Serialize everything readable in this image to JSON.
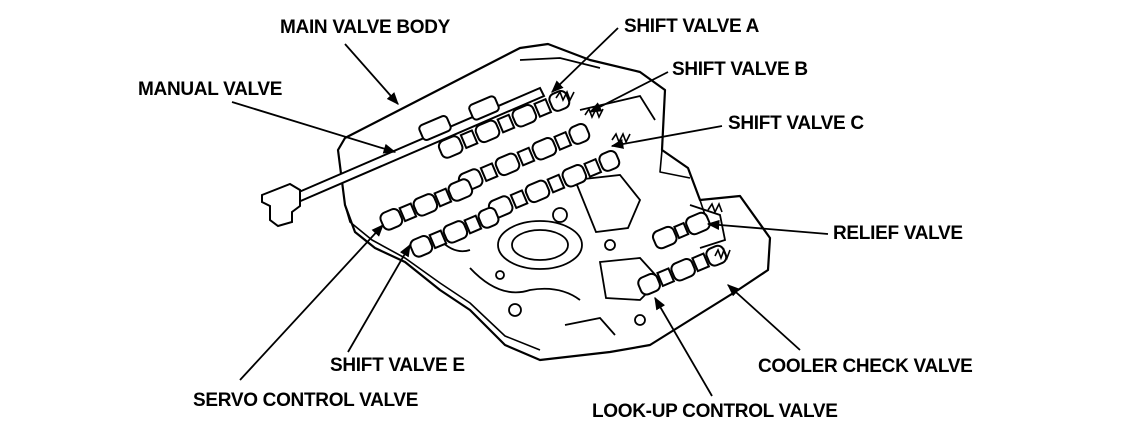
{
  "diagram": {
    "labels": {
      "main_valve_body": "MAIN VALVE BODY",
      "manual_valve": "MANUAL VALVE",
      "shift_valve_a": "SHIFT VALVE A",
      "shift_valve_b": "SHIFT VALVE B",
      "shift_valve_c": "SHIFT VALVE C",
      "relief_valve": "RELIEF VALVE",
      "shift_valve_e": "SHIFT VALVE E",
      "servo_control_valve": "SERVO CONTROL VALVE",
      "cooler_check_valve": "COOLER CHECK VALVE",
      "lockup_control_valve": "LOOK-UP CONTROL VALVE"
    },
    "colors": {
      "ink": "#000000",
      "paper": "#ffffff"
    }
  }
}
